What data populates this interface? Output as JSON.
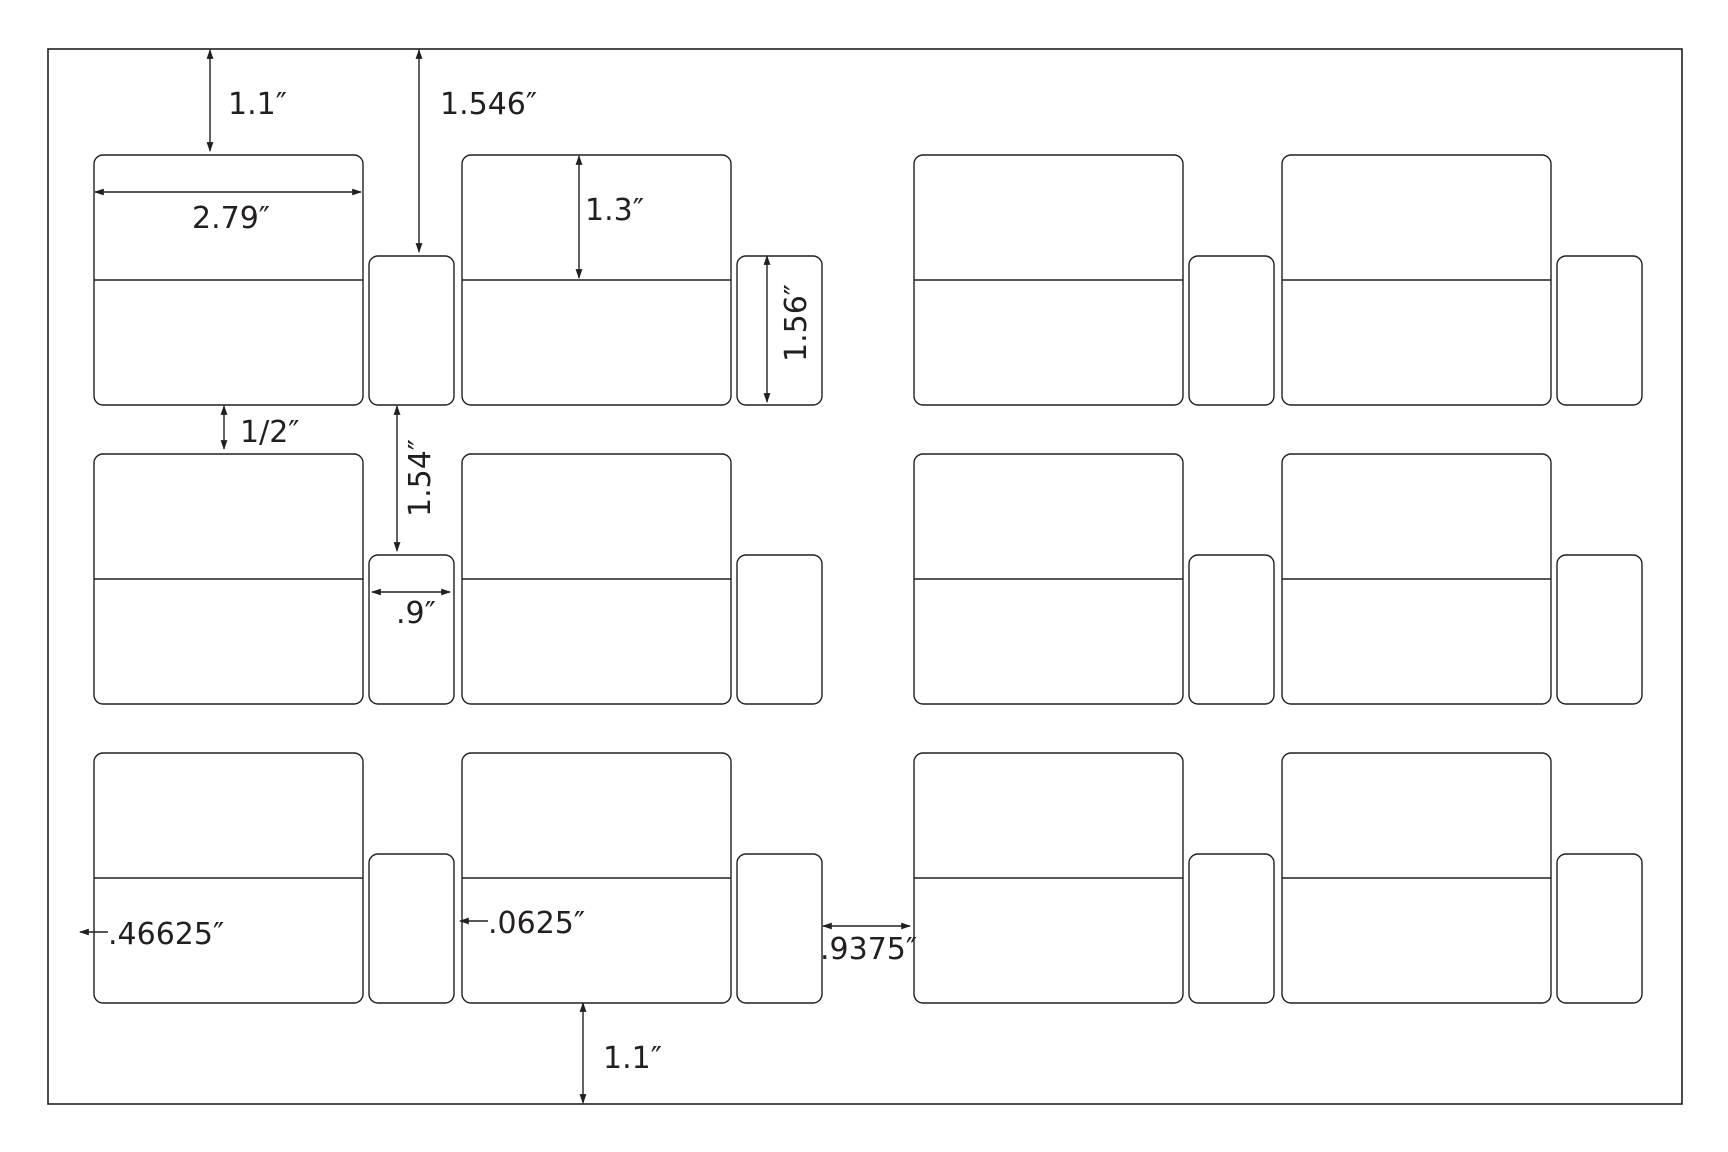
{
  "sheet": {
    "line_color": "#231f20",
    "background": "#ffffff",
    "columns": 4,
    "rows": 3
  },
  "dimensions": {
    "top_margin": "1.1″",
    "top_margin_small": "1.546″",
    "label_width": "2.79″",
    "fold_height": "1.3″",
    "small_label_height": "1.56″",
    "row_gap": "1/2″",
    "small_label_gap": "1.54″",
    "small_label_width": ".9″",
    "left_margin": ".46625″",
    "label_gap": ".0625″",
    "center_gap": ".9375″",
    "bottom_margin": "1.1″"
  }
}
